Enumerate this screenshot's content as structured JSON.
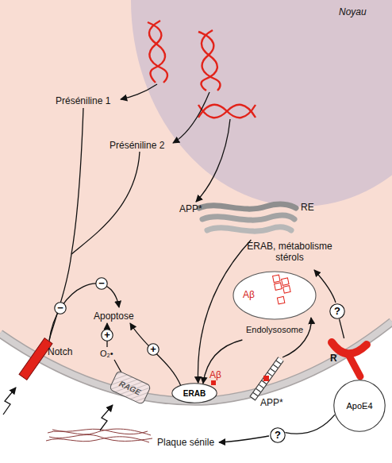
{
  "diagram": {
    "nodes": [
      {
        "text": [
          "Noyau"
        ]
      },
      {
        "text": [
          "RE"
        ]
      },
      {
        "text": [
          "−"
        ]
      },
      {
        "text": [
          "−"
        ]
      },
      {
        "text": [
          "Aβ",
          "Endolysosome"
        ]
      },
      {
        "text": [
          "?"
        ]
      },
      {
        "text": [
          "+"
        ]
      },
      {
        "text": [
          "+"
        ]
      },
      {
        "text": [
          "Notch"
        ]
      },
      {
        "text": [
          "RAGE"
        ]
      },
      {
        "text": [
          "ERAB"
        ]
      },
      {
        "text": [
          "R"
        ]
      },
      {
        "text": [
          "ApoE4"
        ]
      },
      {
        "text": [
          "?"
        ]
      }
    ],
    "edges": [
      {
        "from": 1,
        "to": 10,
        "arrow": "to"
      },
      {
        "from": 4,
        "to": 10,
        "arrow": "to"
      },
      {
        "from": 11,
        "to": 5,
        "arrow": "none"
      },
      {
        "from": 12,
        "to": 13,
        "arrow": "none"
      }
    ],
    "labels": [
      "Préséniline 1",
      "Préséniline 2",
      "APP*",
      "ERAB, métabolisme stérols",
      "Apoptose",
      "O₂•",
      "Aβ",
      "APP*",
      "Plaque sénile"
    ]
  }
}
